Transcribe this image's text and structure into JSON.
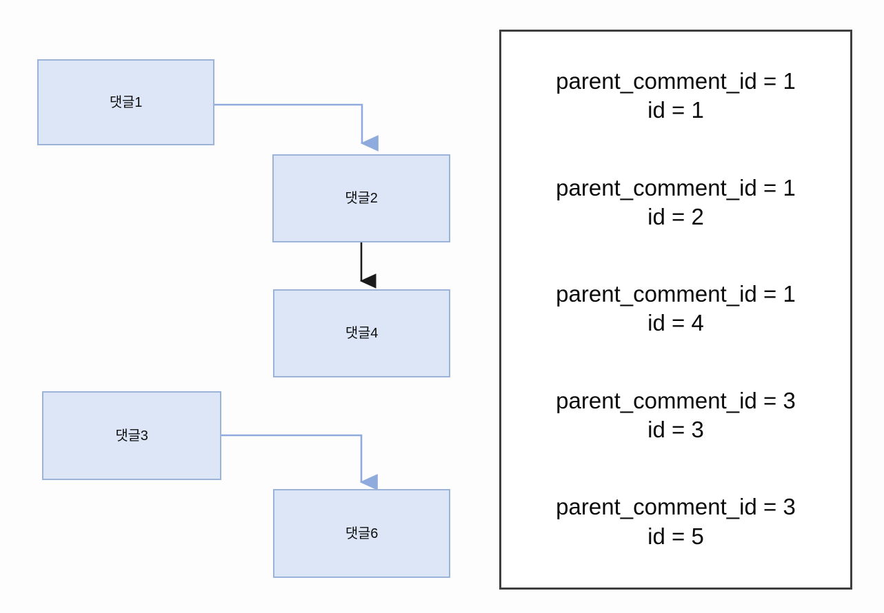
{
  "diagram": {
    "title": "comment-thread-parent-child-diagram",
    "colors": {
      "node_fill": "#dce6f7",
      "node_border": "#9bb3d9",
      "blue_connector": "#8faadc",
      "black_connector": "#1a1a1a",
      "panel_border": "#3f3f3f",
      "background": "#fdfdfd",
      "text": "#0d0d0d"
    },
    "nodes": [
      {
        "id": "node-1",
        "label": "댓글1"
      },
      {
        "id": "node-2",
        "label": "댓글2"
      },
      {
        "id": "node-4",
        "label": "댓글4"
      },
      {
        "id": "node-3",
        "label": "댓글3"
      },
      {
        "id": "node-6",
        "label": "댓글6"
      }
    ],
    "edges": [
      {
        "from": "댓글1",
        "to": "댓글2",
        "style": "elbow",
        "color": "#8faadc"
      },
      {
        "from": "댓글2",
        "to": "댓글4",
        "style": "straight",
        "color": "#1a1a1a"
      },
      {
        "from": "댓글3",
        "to": "댓글6",
        "style": "elbow",
        "color": "#8faadc"
      }
    ]
  },
  "panel": {
    "records": [
      {
        "parent_line": "parent_comment_id = 1",
        "id_line": "id = 1"
      },
      {
        "parent_line": "parent_comment_id = 1",
        "id_line": "id = 2"
      },
      {
        "parent_line": "parent_comment_id = 1",
        "id_line": "id = 4"
      },
      {
        "parent_line": "parent_comment_id = 3",
        "id_line": "id = 3"
      },
      {
        "parent_line": "parent_comment_id = 3",
        "id_line": "id = 5"
      }
    ]
  }
}
